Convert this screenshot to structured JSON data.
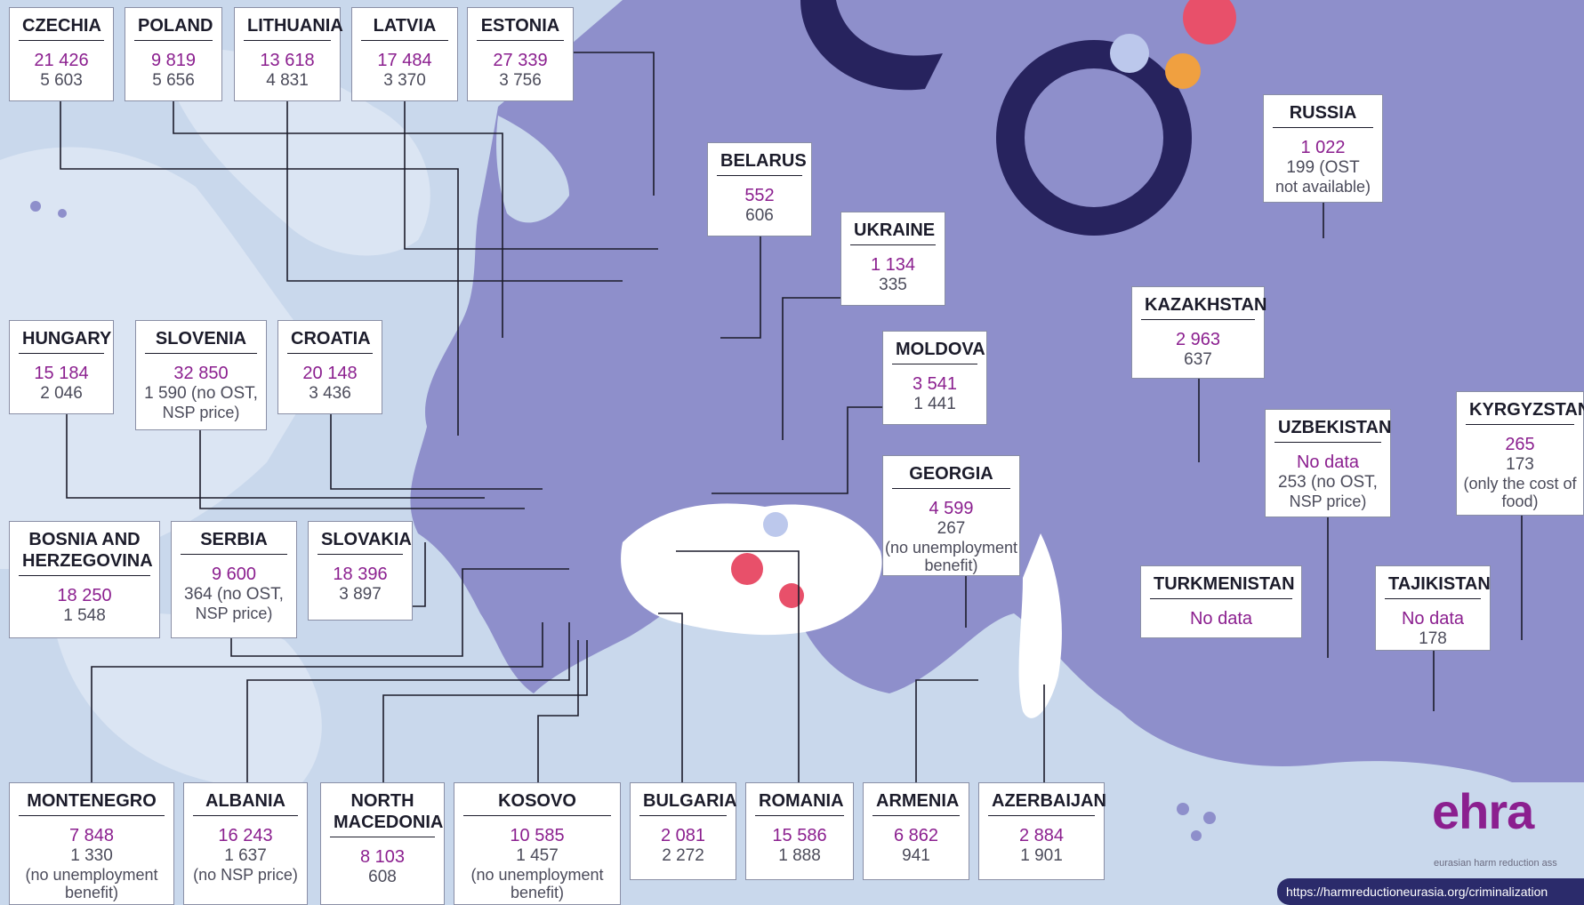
{
  "colors": {
    "sea": "#c9d8ec",
    "land": "#8e8fcb",
    "accent": "#8b1f8f",
    "box_border": "#8a8fa6",
    "ink": "#1c1c2b"
  },
  "countries": [
    {
      "key": "czechia",
      "name": "CZECHIA",
      "v1": "21 426",
      "v2": "5 603"
    },
    {
      "key": "poland",
      "name": "POLAND",
      "v1": "9 819",
      "v2": "5 656"
    },
    {
      "key": "lithuania",
      "name": "LITHUANIA",
      "v1": "13 618",
      "v2": "4 831"
    },
    {
      "key": "latvia",
      "name": "LATVIA",
      "v1": "17 484",
      "v2": "3 370"
    },
    {
      "key": "estonia",
      "name": "ESTONIA",
      "v1": "27 339",
      "v2": "3 756"
    },
    {
      "key": "belarus",
      "name": "BELARUS",
      "v1": "552",
      "v2": "606"
    },
    {
      "key": "ukraine",
      "name": "UKRAINE",
      "v1": "1 134",
      "v2": "335"
    },
    {
      "key": "russia",
      "name": "RUSSIA",
      "v1": "1 022",
      "v2": "199 (OST",
      "note": "not available)"
    },
    {
      "key": "moldova",
      "name": "MOLDOVA",
      "v1": "3 541",
      "v2": "1 441"
    },
    {
      "key": "kazakhstan",
      "name": "KAZAKHSTAN",
      "v1": "2 963",
      "v2": "637"
    },
    {
      "key": "hungary",
      "name": "HUNGARY",
      "v1": "15 184",
      "v2": "2 046"
    },
    {
      "key": "slovenia",
      "name": "SLOVENIA",
      "v1": "32 850",
      "v2": "1 590 (no OST,",
      "note": "NSP price)"
    },
    {
      "key": "croatia",
      "name": "CROATIA",
      "v1": "20 148",
      "v2": "3 436"
    },
    {
      "key": "georgia",
      "name": "GEORGIA",
      "v1": "4 599",
      "v2": "267",
      "note": "(no unemployment benefit)"
    },
    {
      "key": "uzbekistan",
      "name": "UZBEKISTAN",
      "v1": "No data",
      "v2": "253 (no OST,",
      "note": "NSP price)"
    },
    {
      "key": "kyrgyzstan",
      "name": "KYRGYZSTAN",
      "v1": "265",
      "note": "(only the cost of food)",
      "v2": "173"
    },
    {
      "key": "bosnia",
      "name": "BOSNIA AND HERZEGOVINA",
      "v1": "18 250",
      "v2": "1 548"
    },
    {
      "key": "serbia",
      "name": "SERBIA",
      "v1": "9 600",
      "v2": "364 (no OST,",
      "note": "NSP price)"
    },
    {
      "key": "slovakia",
      "name": "SLOVAKIA",
      "v1": "18 396",
      "v2": "3 897"
    },
    {
      "key": "turkmenistan",
      "name": "TURKMENISTAN",
      "v1": "No data"
    },
    {
      "key": "tajikistan",
      "name": "TAJIKISTAN",
      "v1": "No data",
      "v2": "178"
    },
    {
      "key": "montenegro",
      "name": "MONTENEGRO",
      "v1": "7 848",
      "v2": "1 330",
      "note": "(no unemployment benefit)"
    },
    {
      "key": "albania",
      "name": "ALBANIA",
      "v1": "16 243",
      "v2": "1 637",
      "note": "(no NSP price)"
    },
    {
      "key": "north_macedonia",
      "name": "NORTH MACEDONIA",
      "v1": "8 103",
      "v2": "608"
    },
    {
      "key": "kosovo",
      "name": "KOSOVO",
      "v1": "10 585",
      "v2": "1 457",
      "note": "(no unemployment benefit)"
    },
    {
      "key": "bulgaria",
      "name": "BULGARIA",
      "v1": "2 081",
      "v2": "2 272"
    },
    {
      "key": "romania",
      "name": "ROMANIA",
      "v1": "15 586",
      "v2": "1 888"
    },
    {
      "key": "armenia",
      "name": "ARMENIA",
      "v1": "6 862",
      "v2": "941"
    },
    {
      "key": "azerbaijan",
      "name": "AZERBAIJAN",
      "v1": "2 884",
      "v2": "1 901"
    }
  ],
  "logo": {
    "text": "ehra",
    "tagline": "eurasian harm reduction ass"
  },
  "footer_url": "https://harmreductioneurasia.org/criminalization"
}
